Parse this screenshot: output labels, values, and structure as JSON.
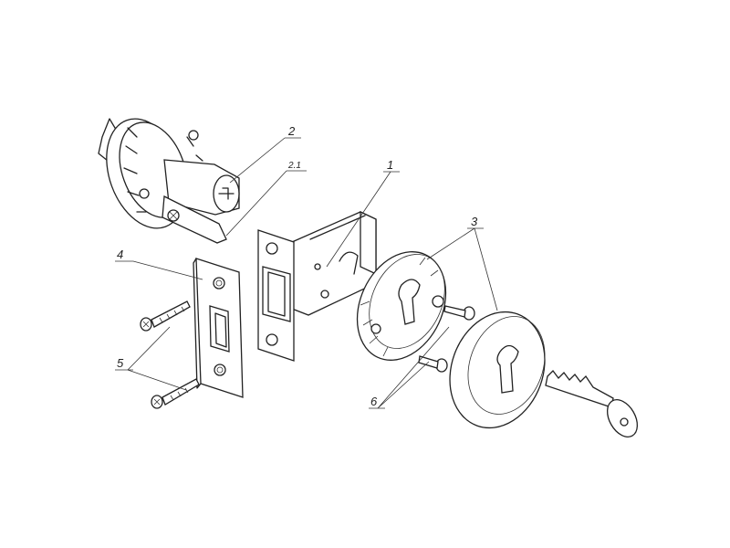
{
  "labels": {
    "cylinder": "2",
    "cylinder_sub": "2.1",
    "latch": "1",
    "rosettes": "3",
    "strike_plate": "4",
    "strike_screws": "5",
    "rosette_screws": "6"
  }
}
